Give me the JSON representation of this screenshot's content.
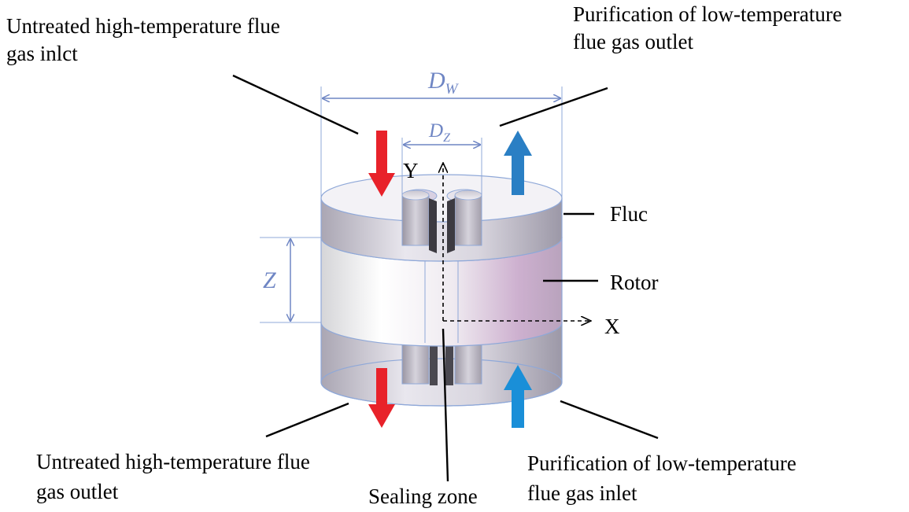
{
  "labels": {
    "hot_inlet_line1": "Untreated high-temperature flue",
    "hot_inlet_line2": "gas inlct",
    "cold_outlet_line1": "Purification of low-temperature",
    "cold_outlet_line2": "flue gas outlet",
    "flue": "Fluc",
    "rotor": "Rotor",
    "hot_outlet_line1": "Untreated high-temperature flue",
    "hot_outlet_line2": "gas outlet",
    "cold_inlet_line1": "Purification of low-temperature",
    "cold_inlet_line2": "flue gas inlet",
    "sealing_zone": "Sealing zone"
  },
  "dimensions": {
    "outer_diameter_main": "D",
    "outer_diameter_sub": "W",
    "inner_diameter_main": "D",
    "inner_diameter_sub": "Z",
    "height": "Z"
  },
  "axes": {
    "x": "X",
    "y": "Y"
  },
  "colors": {
    "hot_arrow": "#e8222a",
    "cold_arrow": "#1a8fd8",
    "dimension_line": "#6f86c4",
    "outline": "#8fa8d8"
  }
}
